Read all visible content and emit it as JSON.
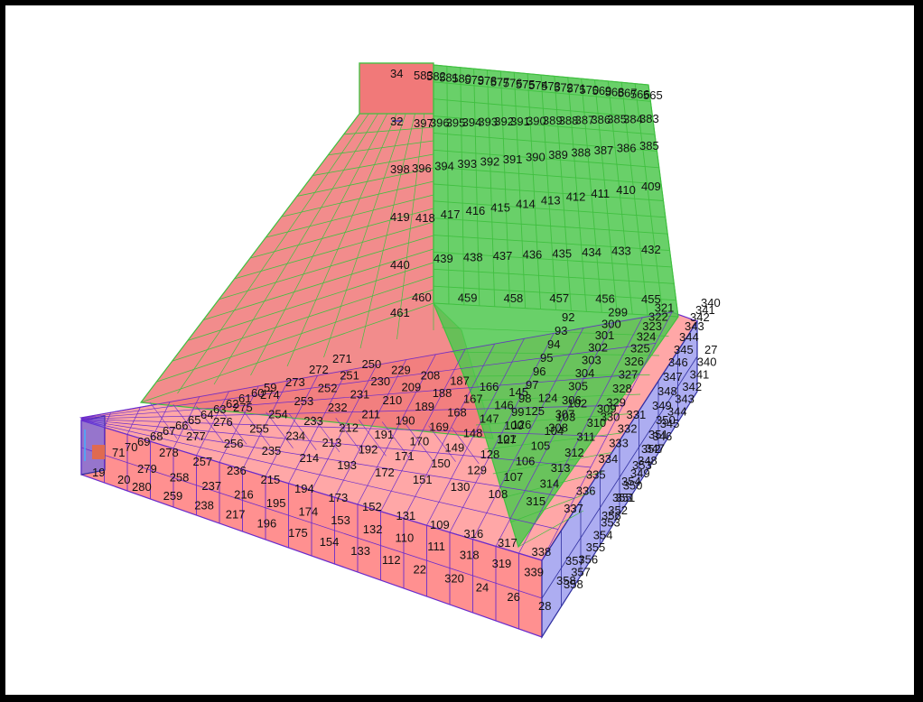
{
  "viewport": {
    "background": "#ffffff",
    "frame": "#000000"
  },
  "colors": {
    "base_face": "#ff8a8a",
    "pyramid_face": "#f07878",
    "green_face": "#4fc84f",
    "blue_face": "#6a6ae6",
    "green_line": "#40c040",
    "purple_line": "#6a2ccc",
    "blue_line": "#3030a0",
    "support_marker": "#40b0ff"
  },
  "node_labels": {
    "spine": [
      "34",
      "32",
      "398",
      "419",
      "440",
      "461"
    ],
    "top_row": [
      "583",
      "582",
      "581",
      "580",
      "579",
      "578",
      "577",
      "576",
      "575",
      "574",
      "573",
      "572",
      "571",
      "570",
      "569",
      "568",
      "567",
      "566",
      "565"
    ],
    "row_2": [
      "397",
      "396",
      "395",
      "394",
      "393",
      "392",
      "391",
      "390",
      "389",
      "388",
      "387",
      "386",
      "385",
      "384",
      "383"
    ],
    "row_3": [
      "396",
      "394",
      "393",
      "392",
      "391",
      "390",
      "389",
      "388",
      "387",
      "386",
      "385"
    ],
    "row_4": [
      "418",
      "417",
      "416",
      "415",
      "414",
      "413",
      "412",
      "411",
      "410",
      "409"
    ],
    "row_5": [
      "439",
      "438",
      "437",
      "436",
      "435",
      "434",
      "433",
      "432"
    ],
    "row_6": [
      "460",
      "459",
      "458",
      "457",
      "456",
      "455"
    ],
    "front_edge": [
      "71",
      "70",
      "69",
      "68",
      "67",
      "66",
      "65",
      "64",
      "63",
      "62",
      "61",
      "60",
      "59"
    ],
    "base_front_row": [
      "280",
      "259",
      "238",
      "217",
      "196",
      "175",
      "154",
      "133",
      "112",
      "22",
      "320",
      "24",
      "26",
      "28"
    ],
    "base_second_row": [
      "279",
      "258",
      "237",
      "216",
      "195",
      "174",
      "153",
      "132",
      "110",
      "111",
      "318",
      "319",
      "339",
      "358"
    ],
    "base_third_row": [
      "278",
      "257",
      "236",
      "215",
      "194",
      "173",
      "152",
      "131",
      "109",
      "316",
      "317",
      "338",
      "357"
    ],
    "interior_a": [
      "277",
      "256",
      "235",
      "214",
      "193",
      "172",
      "151",
      "130",
      "108",
      "315",
      "337",
      "356"
    ],
    "interior_b": [
      "276",
      "255",
      "234",
      "213",
      "192",
      "171",
      "150",
      "129",
      "107",
      "314",
      "336",
      "355"
    ],
    "interior_c": [
      "275",
      "254",
      "233",
      "212",
      "191",
      "170",
      "149",
      "128",
      "106",
      "313",
      "335",
      "354"
    ],
    "interior_d": [
      "274",
      "253",
      "232",
      "211",
      "190",
      "169",
      "148",
      "127",
      "105",
      "312",
      "334",
      "353"
    ],
    "interior_e": [
      "273",
      "252",
      "231",
      "210",
      "189",
      "168",
      "147",
      "126",
      "104",
      "311",
      "333",
      "352"
    ],
    "interior_f": [
      "272",
      "251",
      "230",
      "209",
      "188",
      "167",
      "146",
      "125",
      "103",
      "310",
      "332",
      "351"
    ],
    "interior_g": [
      "271",
      "250",
      "229",
      "208",
      "187",
      "166",
      "145",
      "124",
      "102",
      "309",
      "331",
      "350"
    ],
    "interior_h": [
      "101",
      "308",
      "330",
      "349"
    ],
    "interior_i": [
      "100",
      "307",
      "329",
      "348"
    ],
    "interior_j": [
      "99",
      "306",
      "328",
      "347"
    ],
    "interior_k": [
      "98",
      "305",
      "327",
      "346"
    ],
    "interior_l": [
      "97",
      "304",
      "326",
      "345"
    ],
    "interior_m": [
      "96",
      "303",
      "325",
      "344"
    ],
    "interior_n": [
      "95",
      "302",
      "324",
      "343"
    ],
    "interior_o": [
      "94",
      "301",
      "323",
      "342"
    ],
    "interior_p": [
      "93",
      "300",
      "322",
      "341"
    ],
    "interior_q": [
      "92",
      "299",
      "321",
      "340"
    ],
    "right_edge": [
      "27",
      "340",
      "341",
      "342",
      "343",
      "344",
      "345",
      "346",
      "347",
      "348",
      "349",
      "350",
      "351",
      "352",
      "353",
      "354",
      "355",
      "356",
      "357",
      "358"
    ],
    "left_corner": [
      "19",
      "20"
    ]
  }
}
